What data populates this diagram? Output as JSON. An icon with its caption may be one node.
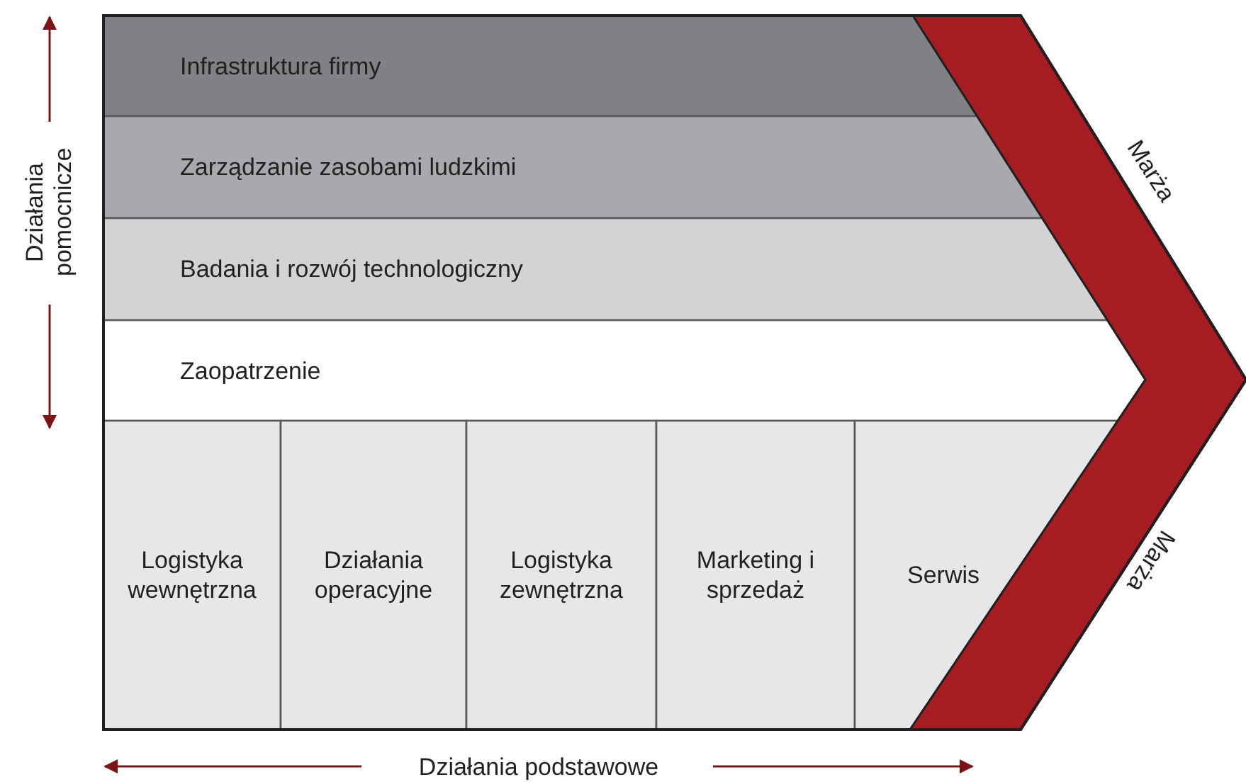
{
  "diagram": {
    "nodes": [
      {
        "text": [
          "Infrastruktura firmy"
        ]
      },
      {
        "text": [
          "Zarządzanie zasobami ludzkimi"
        ]
      },
      {
        "text": [
          "Badania i rozwój technologiczny"
        ]
      },
      {
        "text": [
          "Zaopatrzenie"
        ]
      },
      {
        "text": [
          "Logistyka wewnętrzna"
        ]
      },
      {
        "text": [
          "Działania operacyjne"
        ]
      },
      {
        "text": [
          "Logistyka zewnętrzna"
        ]
      },
      {
        "text": [
          "Marketing i sprzedaż"
        ]
      },
      {
        "text": [
          "Serwis"
        ]
      }
    ],
    "edges": [],
    "labels": [
      "Działania pomocnicze",
      "Marża",
      "Marża",
      "Działania podstawowe"
    ]
  }
}
